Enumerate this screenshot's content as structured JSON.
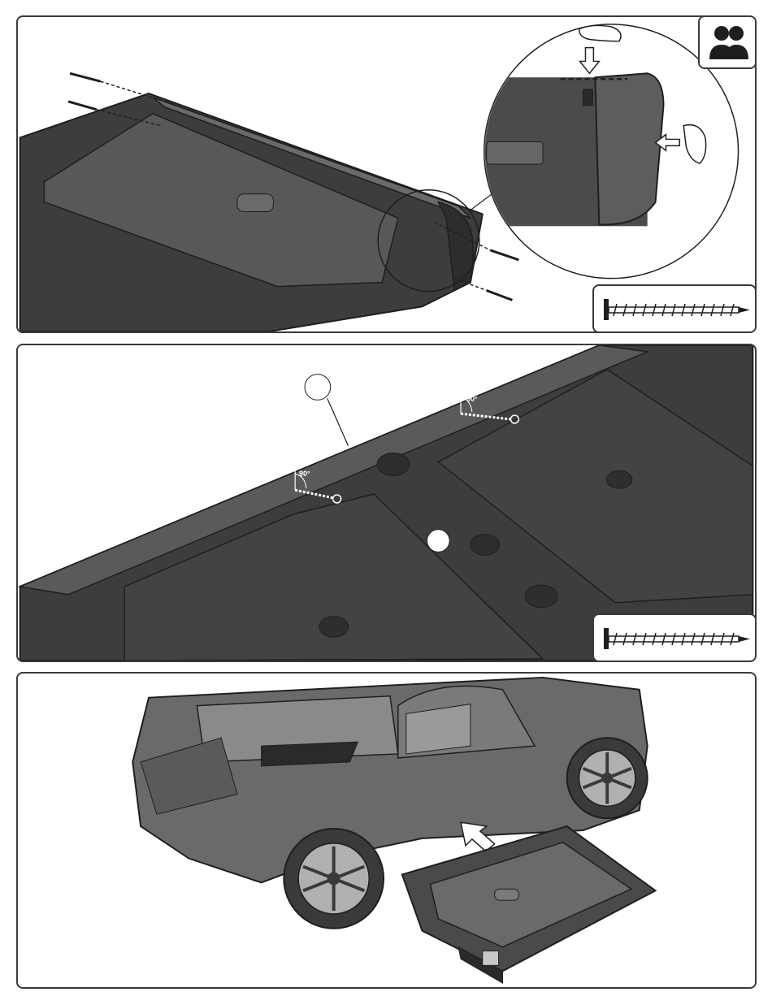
{
  "step1": {
    "persons_icon": "two-persons-icon",
    "screw_icon": "screw-icon",
    "hand_icon": "hand-icon",
    "arrow_icon": "arrow-icon"
  },
  "step2": {
    "angle_1": "90°",
    "angle_2": "90°",
    "screw_icon": "screw-icon"
  },
  "step3": {
    "vehicle_icon": "toy-truck-bed",
    "arrow_icon": "arrow-icon",
    "tray_icon": "tray-icon"
  },
  "colors": {
    "plastic_dark": "#3d3d3f",
    "plastic_mid": "#5a5a5c",
    "plastic_light": "#8a8a8c",
    "outline": "#1e1e1e"
  }
}
